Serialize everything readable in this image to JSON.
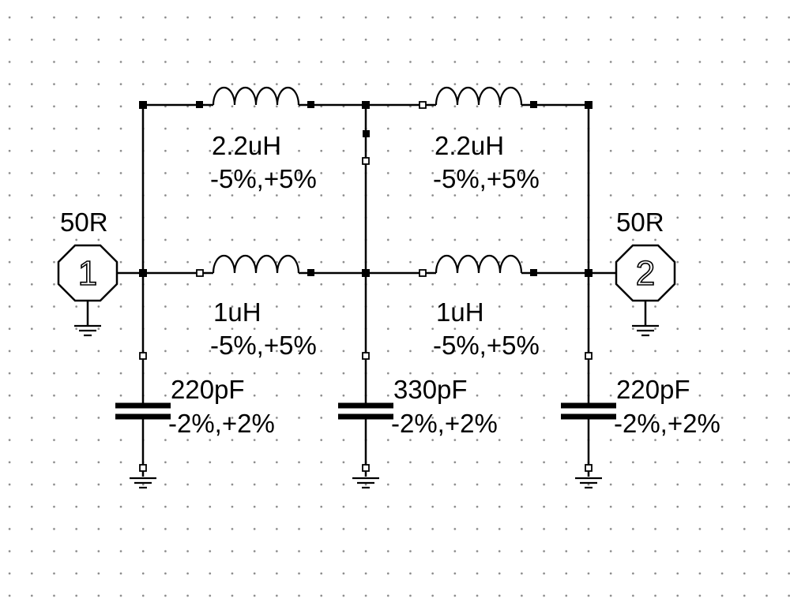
{
  "schematic": {
    "ports": [
      {
        "number": "1",
        "impedance": "50R"
      },
      {
        "number": "2",
        "impedance": "50R"
      }
    ],
    "inductors": [
      {
        "value": "2.2uH",
        "tolerance": "-5%,+5%"
      },
      {
        "value": "2.2uH",
        "tolerance": "-5%,+5%"
      },
      {
        "value": "1uH",
        "tolerance": "-5%,+5%"
      },
      {
        "value": "1uH",
        "tolerance": "-5%,+5%"
      }
    ],
    "capacitors": [
      {
        "value": "220pF",
        "tolerance": "-2%,+2%"
      },
      {
        "value": "330pF",
        "tolerance": "-2%,+2%"
      },
      {
        "value": "220pF",
        "tolerance": "-2%,+2%"
      }
    ]
  }
}
